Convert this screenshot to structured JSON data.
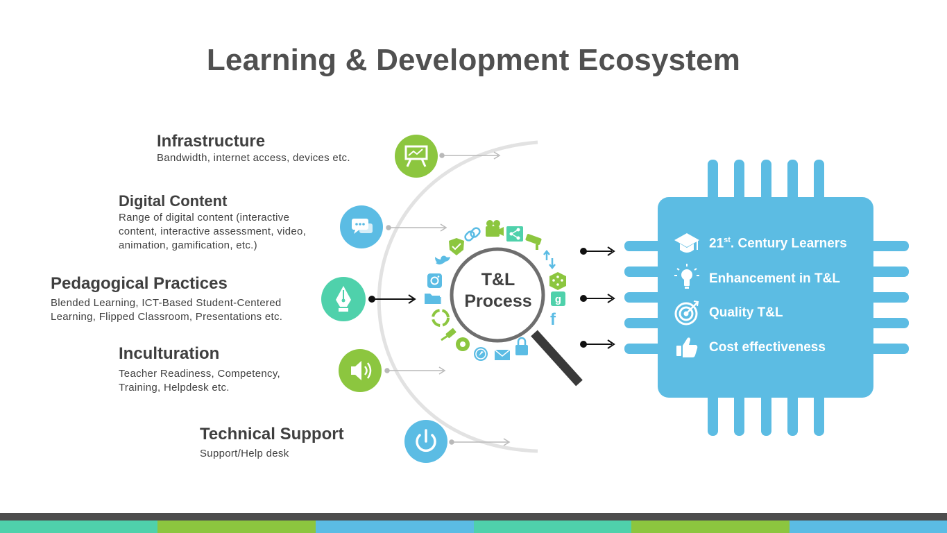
{
  "title": "Learning & Development Ecosystem",
  "categories": [
    {
      "heading": "Infrastructure",
      "lines": [
        "Bandwidth,  internet access, devices etc."
      ],
      "icon": "presentation-board-icon"
    },
    {
      "heading": "Digital Content",
      "lines": [
        "Range  of digital content  (interactive",
        "content, interactive assessment, video,",
        "animation,  gamification, etc.)"
      ],
      "icon": "chat-bubbles-icon"
    },
    {
      "heading": "Pedagogical Practices",
      "lines": [
        "Blended Learning, ICT-Based Student-Centered",
        "Learning, Flipped Classroom,  Presentations  etc."
      ],
      "icon": "pen-nib-icon"
    },
    {
      "heading": "Inculturation",
      "lines": [
        "Teacher Readiness,  Competency,",
        "Training,  Helpdesk  etc."
      ],
      "icon": "speaker-icon"
    },
    {
      "heading": "Technical Support",
      "lines": [
        "Support/Help  desk"
      ],
      "icon": "power-icon"
    }
  ],
  "process": {
    "line1": "T&L",
    "line2": "Process"
  },
  "outcomes": [
    {
      "prefix": "21",
      "sup": "st",
      "text": ". Century Learners",
      "icon": "graduation-cap-icon"
    },
    {
      "text": "Enhancement in T&L",
      "icon": "lightbulb-icon"
    },
    {
      "text": "Quality T&L",
      "icon": "target-icon"
    },
    {
      "text": "Cost effectiveness",
      "icon": "thumbs-up-icon"
    }
  ],
  "colors": {
    "green": "#8cc63f",
    "blue": "#5bbce4",
    "teal": "#4fd1ab",
    "chip": "#5cbce3",
    "title": "#505050",
    "footer_dark": "#4d4d4d"
  }
}
